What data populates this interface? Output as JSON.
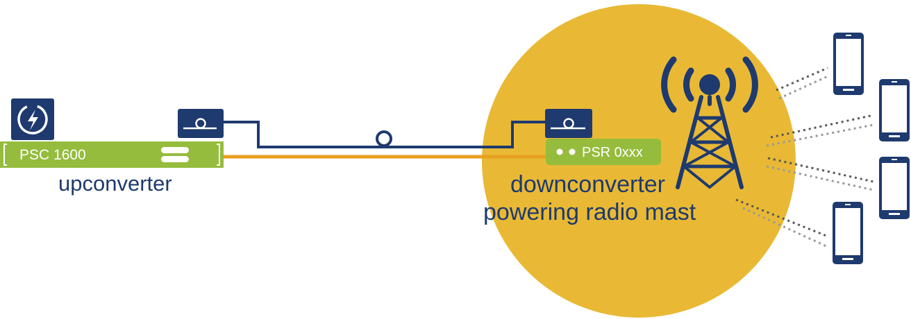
{
  "colors": {
    "navy": "#1e3a6e",
    "green": "#95bc3c",
    "orange": "#e8a020",
    "mustard": "#e9b935",
    "white": "#ffffff",
    "dots": "#999999"
  },
  "upconverter": {
    "device_label": "PSC 1600",
    "caption": "upconverter",
    "icon": "lightning-bolt-icon"
  },
  "downconverter": {
    "device_label": "PSR 0xxx",
    "caption_line1": "downconverter",
    "caption_line2": "powering radio mast"
  },
  "mast_icon": "radio-mast-icon",
  "phones": [
    "smartphone-icon",
    "smartphone-icon",
    "smartphone-icon",
    "smartphone-icon"
  ]
}
